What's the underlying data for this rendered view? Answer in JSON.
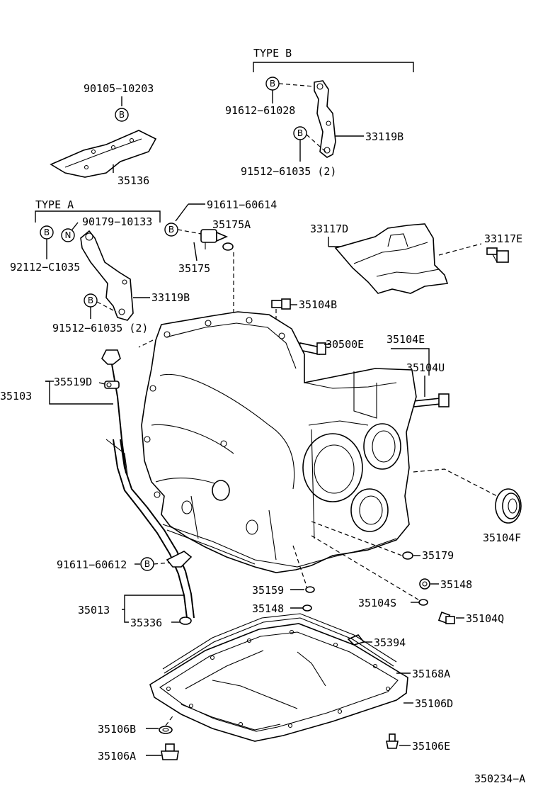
{
  "groups": {
    "type_a": "TYPE  A",
    "type_b": "TYPE  B"
  },
  "symbols": {
    "b": "B",
    "n": "N"
  },
  "labels": {
    "p90105_10203": "90105−10203",
    "p35136": "35136",
    "p91612_61028": "91612−61028",
    "p33119b_top": "33119B",
    "p91512_61035_top": "91512−61035 (2)",
    "p91611_60614": "91611−60614",
    "p35175a": "35175A",
    "p35175": "35175",
    "p90179_10133": "90179−10133",
    "p92112_c1035": "92112−C1035",
    "p33119b_left": "33119B",
    "p91512_61035_left": "91512−61035 (2)",
    "p33117d": "33117D",
    "p33117e": "33117E",
    "p35104b": "35104B",
    "p30500e": "30500E",
    "p35104e": "35104E",
    "p35104u": "35104U",
    "p35519d": "35519D",
    "p35103": "35103",
    "p35104f": "35104F",
    "p35179": "35179",
    "p91611_60612": "91611−60612",
    "p35148_right": "35148",
    "p35159": "35159",
    "p35104s": "35104S",
    "p35013": "35013",
    "p35148_mid": "35148",
    "p35104q": "35104Q",
    "p35336": "35336",
    "p35394": "35394",
    "p35168a": "35168A",
    "p35106d": "35106D",
    "p35106b": "35106B",
    "p35106e": "35106E",
    "p35106a": "35106A",
    "diagram_id": "350234−A"
  }
}
